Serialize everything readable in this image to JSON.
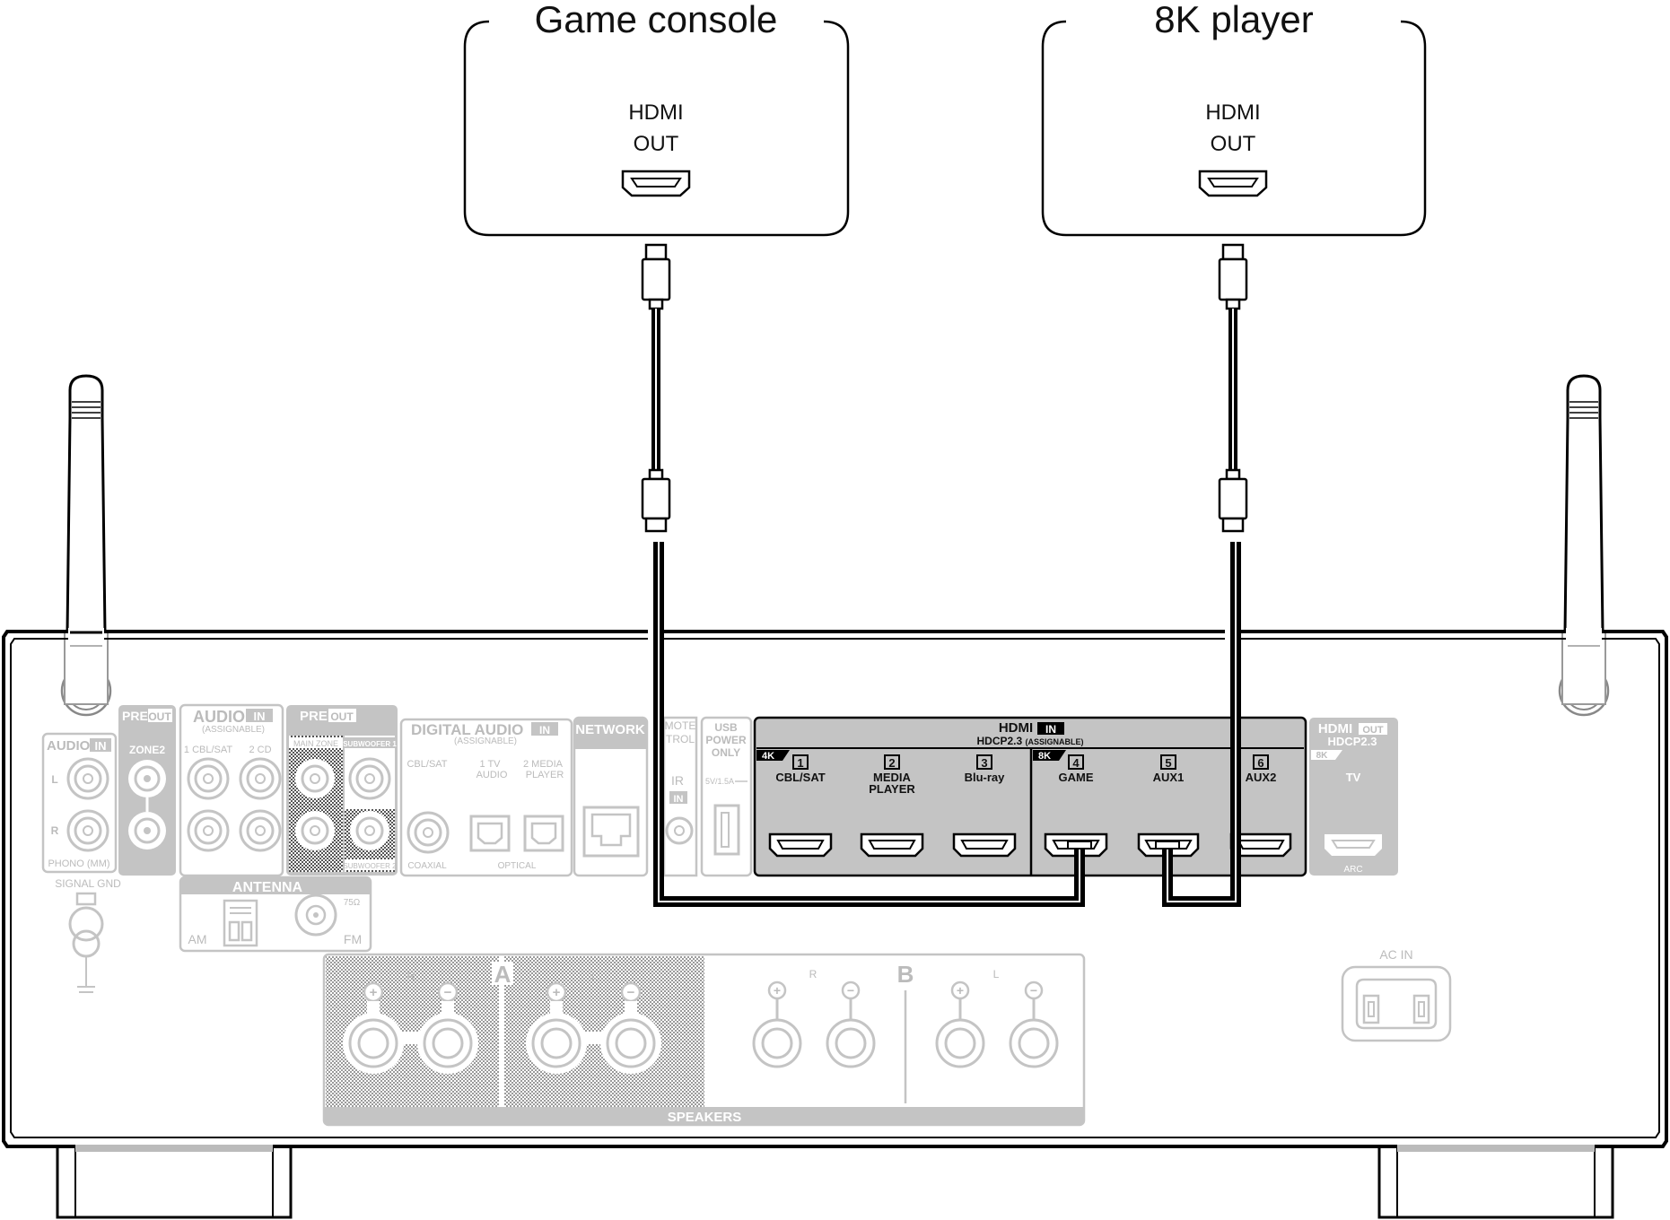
{
  "devices": {
    "game_console": {
      "title": "Game console",
      "port_line1": "HDMI",
      "port_line2": "OUT"
    },
    "player_8k": {
      "title": "8K player",
      "port_line1": "HDMI",
      "port_line2": "OUT"
    }
  },
  "receiver": {
    "audio_in": {
      "title": "AUDIO",
      "badge": "IN",
      "left": "L",
      "right": "R",
      "phono": "PHONO (MM)"
    },
    "signal_gnd": "SIGNAL GND",
    "pre_out_zone2": {
      "title": "PRE",
      "badge": "OUT",
      "label": "ZONE2"
    },
    "audio_in_assignable": {
      "title": "AUDIO",
      "badge": "IN",
      "sub": "(ASSIGNABLE)",
      "in1": "1 CBL/SAT",
      "in2": "2 CD"
    },
    "pre_out": {
      "title": "PRE",
      "badge": "OUT",
      "main_zone": "MAIN ZONE",
      "sub1": "SUBWOOFER 1",
      "sub2": "SUBWOOFER 2"
    },
    "digital_audio": {
      "title": "DIGITAL AUDIO",
      "badge": "IN",
      "sub": "(ASSIGNABLE)",
      "cbl": "CBL/SAT",
      "tv1": "1  TV",
      "tv2": "AUDIO",
      "mp1": "2  MEDIA",
      "mp2": "PLAYER",
      "coaxial": "COAXIAL",
      "optical": "OPTICAL"
    },
    "network": "NETWORK",
    "remote_control": {
      "line1": "MOTE",
      "line2": "TROL",
      "ir": "IR",
      "in": "IN"
    },
    "usb": {
      "line1": "USB",
      "line2": "POWER",
      "line3": "ONLY",
      "rating": "5V/1.5A"
    },
    "hdmi_in": {
      "title": "HDMI",
      "badge": "IN",
      "hdcp": "HDCP2.3",
      "assignable": "(ASSIGNABLE)",
      "tag_4k": "4K",
      "tag_8k": "8K",
      "inputs": [
        {
          "num": "1",
          "line1": "CBL/SAT",
          "line2": ""
        },
        {
          "num": "2",
          "line1": "MEDIA",
          "line2": "PLAYER"
        },
        {
          "num": "3",
          "line1": "Blu-ray",
          "line2": ""
        },
        {
          "num": "4",
          "line1": "GAME",
          "line2": ""
        },
        {
          "num": "5",
          "line1": "AUX1",
          "line2": ""
        },
        {
          "num": "6",
          "line1": "AUX2",
          "line2": ""
        }
      ]
    },
    "hdmi_out": {
      "title": "HDMI",
      "badge": "OUT",
      "hdcp": "HDCP2.3",
      "tag": "8K",
      "tv": "TV",
      "arc": "ARC"
    },
    "antenna": {
      "title": "ANTENNA",
      "am": "AM",
      "fm": "FM",
      "ohm": "75Ω"
    },
    "speakers": {
      "title": "SPEAKERS",
      "a": "A",
      "b": "B",
      "r": "R",
      "l": "L"
    },
    "ac_in": "AC IN"
  }
}
